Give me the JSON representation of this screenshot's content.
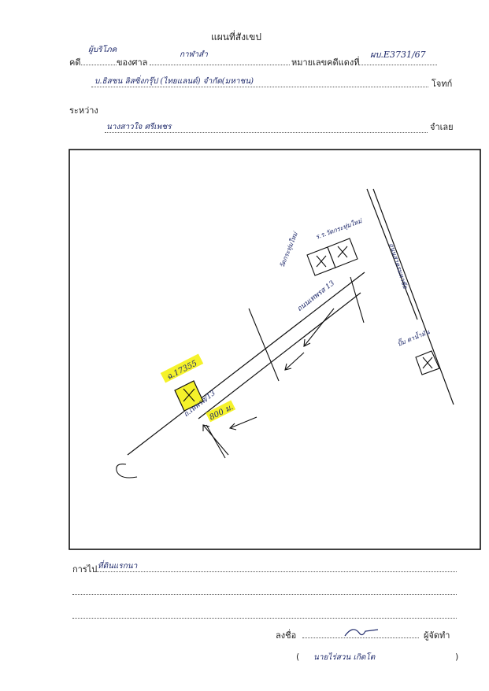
{
  "header": {
    "title": "แผนที่สังเขป",
    "case_label": "คดี",
    "case_type": "ผู้บริโภค",
    "court_label": "ของศาล",
    "court_name": "กาฬาสำ",
    "red_number_label": "หมายเลขคดีแดงที่",
    "red_number": "ผบ.E3731/67",
    "plaintiff": "บ.ธิสชน ลิสซิ่งกรุ๊ป (ไทยแลนด์) จำกัด(มหาชน)",
    "plaintiff_label": "โจทก์",
    "between_label": "ระหว่าง",
    "defendant": "นางสาวใจ ศรีเพชร",
    "defendant_label": "จำเลย"
  },
  "map": {
    "plot_label": "ฉ.17355",
    "road_label": "ถ.เทพรส/13",
    "road_label_2": "ถนนเทพรส 13",
    "distance": "800 ม.",
    "place_1": "วัดกระทุ่มใหม่",
    "place_2": "ร.ร.วัดกระทุ่มใหม่",
    "main_road": "ถนนสาครมหาชัย",
    "place_3": "ปั๊ม ตาน้ำมัน"
  },
  "footer": {
    "route_label": "การไป",
    "route_text": "ที่ดินแรกนา",
    "sign_label": "ลงชื่อ",
    "preparer_label": "ผู้จัดทำ",
    "open_paren": "(",
    "preparer_name": "นายไร่สวน     เกิดโต",
    "close_paren": ")"
  },
  "colors": {
    "ink": "#1f2a6b",
    "highlight": "#f5f22a",
    "line": "#111111"
  }
}
